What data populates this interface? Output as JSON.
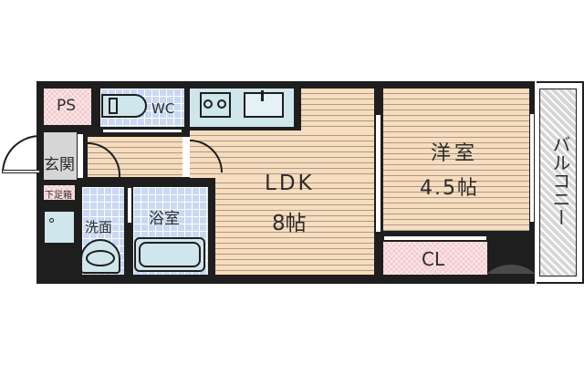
{
  "floorplan": {
    "rooms": {
      "ps": {
        "label": "PS"
      },
      "wc": {
        "label": "WC"
      },
      "entrance": {
        "label": "玄関"
      },
      "shoe_box": {
        "label": "下足箱"
      },
      "washroom": {
        "label": "洗面"
      },
      "bathroom": {
        "label": "浴室"
      },
      "ldk": {
        "label": "LDK",
        "size": "8帖"
      },
      "western_room": {
        "label": "洋室",
        "size": "4.5帖"
      },
      "closet": {
        "label": "CL"
      },
      "balcony": {
        "label": "バルコニー"
      }
    },
    "colors": {
      "wall": "#1e1e1e",
      "wood_floor": "#f7dcbd",
      "tile": "#c9d8f3",
      "storage_pink": "#f4c9cc",
      "entrance_grey": "#d6d6d6",
      "balcony_grey": "#d6d6d6"
    }
  }
}
